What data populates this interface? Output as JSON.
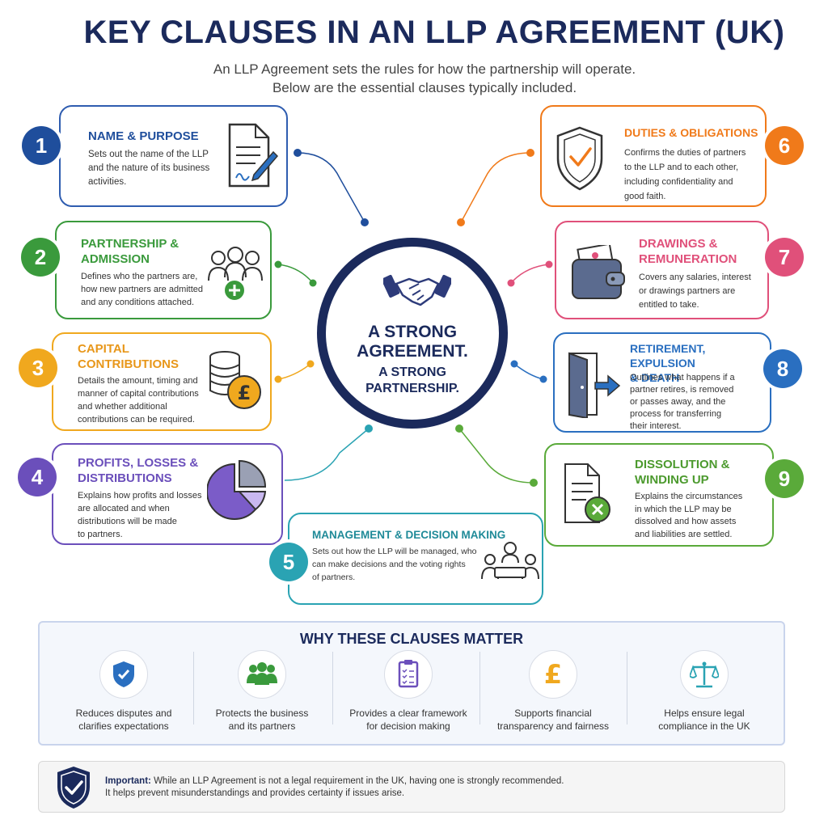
{
  "title": "KEY CLAUSES IN AN LLP AGREEMENT (UK)",
  "subtitle_line1": "An LLP Agreement sets the rules for how the partnership will operate.",
  "subtitle_line2": "Below are the essential clauses typically included.",
  "center": {
    "line1a": "A STRONG",
    "line1b": "AGREEMENT.",
    "line2a": "A STRONG",
    "line2b": "PARTNERSHIP."
  },
  "colors": {
    "navy": "#1b2a5c",
    "c1": "#1f4e9c",
    "c2": "#3a9a3c",
    "c3": "#f0a81e",
    "c4": "#6b4fbb",
    "c5": "#2aa3b3",
    "c6": "#f07a1a",
    "c7": "#e0507a",
    "c8": "#2a6fc0",
    "c9": "#5aaa3a"
  },
  "clauses": [
    {
      "number": "1",
      "title": "NAME & PURPOSE",
      "lines": [
        "Sets out the name of the LLP",
        "and the nature of its business",
        "activities."
      ],
      "icon": "document-signature-icon"
    },
    {
      "number": "2",
      "title_lines": [
        "PARTNERSHIP &",
        "ADMISSION"
      ],
      "lines": [
        "Defines who the partners are,",
        "how new partners are admitted",
        "and any conditions attached."
      ],
      "icon": "people-add-icon"
    },
    {
      "number": "3",
      "title_lines": [
        "CAPITAL",
        "CONTRIBUTIONS"
      ],
      "lines": [
        "Details the amount, timing and",
        "manner of capital contributions",
        "and whether additional",
        "contributions can be required."
      ],
      "icon": "coins-pound-icon"
    },
    {
      "number": "4",
      "title_lines": [
        "PROFITS, LOSSES &",
        "DISTRIBUTIONS"
      ],
      "lines": [
        "Explains how profits and losses",
        "are allocated and when",
        "distributions will be made",
        "to partners."
      ],
      "icon": "pie-chart-icon"
    },
    {
      "number": "5",
      "title": "MANAGEMENT & DECISION MAKING",
      "lines": [
        "Sets out how the LLP will be managed, who",
        "can make decisions and the voting rights",
        "of partners."
      ],
      "icon": "meeting-icon"
    },
    {
      "number": "6",
      "title": "DUTIES & OBLIGATIONS",
      "lines": [
        "Confirms the duties of partners",
        "to the LLP and to each other,",
        "including confidentiality and",
        "good faith."
      ],
      "icon": "shield-check-icon"
    },
    {
      "number": "7",
      "title_lines": [
        "DRAWINGS &",
        "REMUNERATION"
      ],
      "lines": [
        "Covers any salaries, interest",
        "or drawings partners are",
        "entitled to take."
      ],
      "icon": "wallet-icon"
    },
    {
      "number": "8",
      "title_lines": [
        "RETIREMENT, EXPULSION",
        "& DEATH"
      ],
      "lines": [
        "Outlines what happens if a",
        "partner retires, is removed",
        "or passes away, and the",
        "process for transferring",
        "their interest."
      ],
      "icon": "exit-door-icon"
    },
    {
      "number": "9",
      "title_lines": [
        "DISSOLUTION &",
        "WINDING UP"
      ],
      "lines": [
        "Explains the circumstances",
        "in which the LLP may be",
        "dissolved and how assets",
        "and liabilities are settled."
      ],
      "icon": "document-cross-icon"
    }
  ],
  "why": {
    "heading": "WHY THESE CLAUSES MATTER",
    "items": [
      {
        "lines": [
          "Reduces disputes and",
          "clarifies expectations"
        ],
        "icon": "shield-check-icon"
      },
      {
        "lines": [
          "Protects the business",
          "and its partners"
        ],
        "icon": "group-icon"
      },
      {
        "lines": [
          "Provides a clear framework",
          "for decision making"
        ],
        "icon": "checklist-icon"
      },
      {
        "lines": [
          "Supports financial",
          "transparency and fairness"
        ],
        "icon": "pound-icon"
      },
      {
        "lines": [
          "Helps ensure legal",
          "compliance in the UK"
        ],
        "icon": "scales-icon"
      }
    ]
  },
  "note": {
    "label": "Important:",
    "line1": "While an LLP Agreement is not a legal requirement in the UK, having one is strongly recommended.",
    "line2": "It helps prevent misunderstandings and provides certainty if issues arise."
  }
}
